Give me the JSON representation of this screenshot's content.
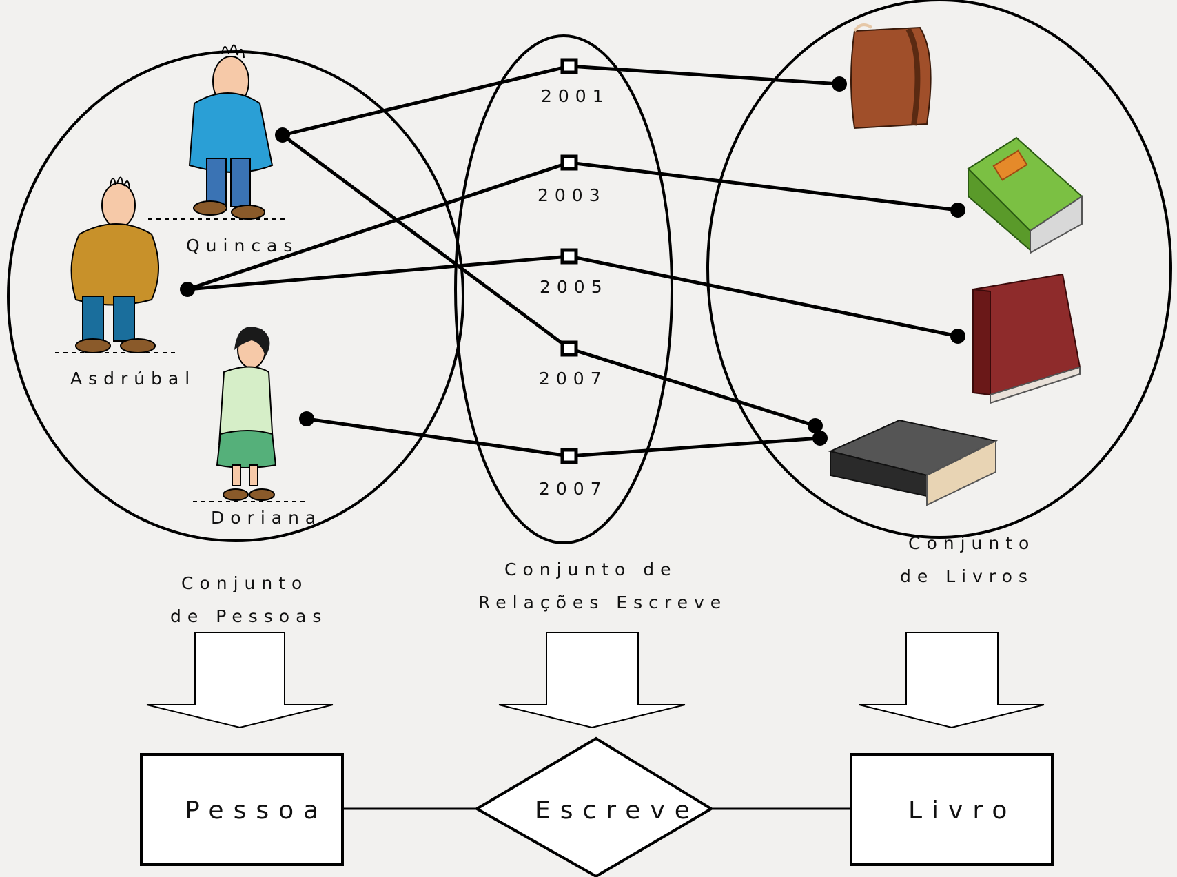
{
  "people": {
    "quincas": "Quincas",
    "asdrubal": "Asdrúbal",
    "doriana": "Doriana"
  },
  "years": [
    "2001",
    "2003",
    "2005",
    "2007",
    "2007"
  ],
  "set_labels": {
    "pessoas": [
      "Conjunto",
      "de Pessoas"
    ],
    "relacoes": [
      "Conjunto de",
      "Relações Escreve"
    ],
    "livros": [
      "Conjunto",
      "de Livros"
    ]
  },
  "er": {
    "entity_left": "Pessoa",
    "relationship": "Escreve",
    "entity_right": "Livro"
  },
  "colors": {
    "background": "#f2f1ef",
    "book_brown": "#8a4a2a",
    "book_green": "#6cbf3a",
    "book_red": "#8e2b2b",
    "book_black": "#333333"
  }
}
